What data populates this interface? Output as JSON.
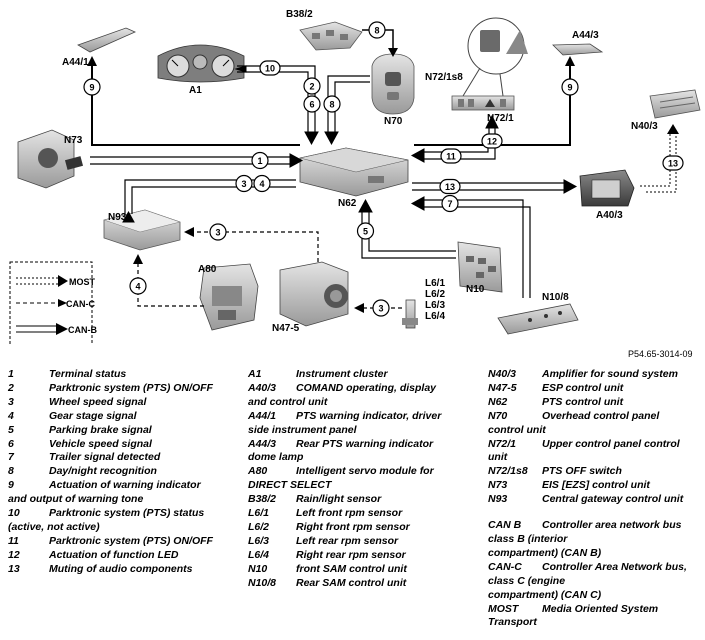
{
  "diagram": {
    "components": {
      "B38_2": "B38/2",
      "A1": "A1",
      "A44_1": "A44/1",
      "N70": "N70",
      "N72_1s8": "N72/1s8",
      "N72_1": "N72/1",
      "A44_3": "A44/3",
      "N40_3": "N40/3",
      "N73": "N73",
      "N62": "N62",
      "A40_3": "A40/3",
      "N93": "N93",
      "A80": "A80",
      "N47_5": "N47-5",
      "L6_1": "L6/1",
      "L6_2": "L6/2",
      "L6_3": "L6/3",
      "L6_4": "L6/4",
      "N10": "N10",
      "N10_8": "N10/8"
    },
    "signals": {
      "s1": "1",
      "s2": "2",
      "s3a": "3",
      "s3b": "3",
      "s3c": "3",
      "s4a": "4",
      "s4b": "4",
      "s5": "5",
      "s6": "6",
      "s7": "7",
      "s8a": "8",
      "s8b": "8",
      "s9a": "9",
      "s9b": "9",
      "s10": "10",
      "s11": "11",
      "s12": "12",
      "s13a": "13",
      "s13b": "13"
    },
    "bus_legend": {
      "most": "MOST",
      "can_c": "CAN-C",
      "can_b": "CAN-B"
    },
    "reference": "P54.65-3014-09"
  },
  "legend_signals": [
    {
      "key": "1",
      "text": "Terminal status"
    },
    {
      "key": "2",
      "text": "Parktronic system (PTS) ON/OFF"
    },
    {
      "key": "3",
      "text": "Wheel speed signal"
    },
    {
      "key": "4",
      "text": "Gear stage signal"
    },
    {
      "key": "5",
      "text": "Parking brake signal"
    },
    {
      "key": "6",
      "text": "Vehicle speed signal"
    },
    {
      "key": "7",
      "text": "Trailer signal detected"
    },
    {
      "key": "8",
      "text": "Day/night recognition"
    },
    {
      "key": "9",
      "text": "Actuation of warning indicator",
      "cont": "and output of warning tone"
    },
    {
      "key": "10",
      "text": "Parktronic system (PTS) status",
      "cont": "(active, not active)"
    },
    {
      "key": "11",
      "text": "Parktronic system (PTS) ON/OFF"
    },
    {
      "key": "12",
      "text": "Actuation of function LED"
    },
    {
      "key": "13",
      "text": "Muting of audio components"
    }
  ],
  "legend_components_a": [
    {
      "key": "A1",
      "text": "Instrument cluster"
    },
    {
      "key": "A40/3",
      "text": "COMAND operating, display",
      "cont": "and control unit"
    },
    {
      "key": "A44/1",
      "text": "PTS warning indicator, driver",
      "cont": "side instrument panel"
    },
    {
      "key": "A44/3",
      "text": "Rear PTS warning indicator",
      "cont": "dome lamp"
    },
    {
      "key": "A80",
      "text": "Intelligent servo module for",
      "cont": "DIRECT SELECT"
    },
    {
      "key": "B38/2",
      "text": "Rain/light sensor"
    },
    {
      "key": "L6/1",
      "text": "Left front rpm sensor"
    },
    {
      "key": "L6/2",
      "text": "Right front rpm sensor"
    },
    {
      "key": "L6/3",
      "text": "Left rear rpm sensor"
    },
    {
      "key": "L6/4",
      "text": "Right rear rpm sensor"
    },
    {
      "key": "N10",
      "text": "front SAM control unit"
    },
    {
      "key": "N10/8",
      "text": "Rear SAM control unit"
    }
  ],
  "legend_components_b": [
    {
      "key": "N40/3",
      "text": "Amplifier for sound system"
    },
    {
      "key": "N47-5",
      "text": "ESP control unit"
    },
    {
      "key": "N62",
      "text": "PTS control unit"
    },
    {
      "key": "N70",
      "text": "Overhead control panel",
      "cont": "control unit"
    },
    {
      "key": "N72/1",
      "text": "Upper control panel control",
      "cont": "unit"
    },
    {
      "key": "N72/1s8",
      "text": "PTS OFF switch"
    },
    {
      "key": "N73",
      "text": "EIS [EZS] control unit"
    },
    {
      "key": "N93",
      "text": "Central gateway control unit"
    }
  ],
  "legend_buses": [
    {
      "key": "CAN B",
      "text": "Controller area network bus",
      "cont": "class B (interior",
      "cont2": "compartment) (CAN B)"
    },
    {
      "key": "CAN-C",
      "text": "Controller Area Network bus,",
      "cont": "class C (engine",
      "cont2": "compartment) (CAN C)"
    },
    {
      "key": "MOST",
      "text": "Media Oriented System",
      "cont": "Transport"
    }
  ]
}
